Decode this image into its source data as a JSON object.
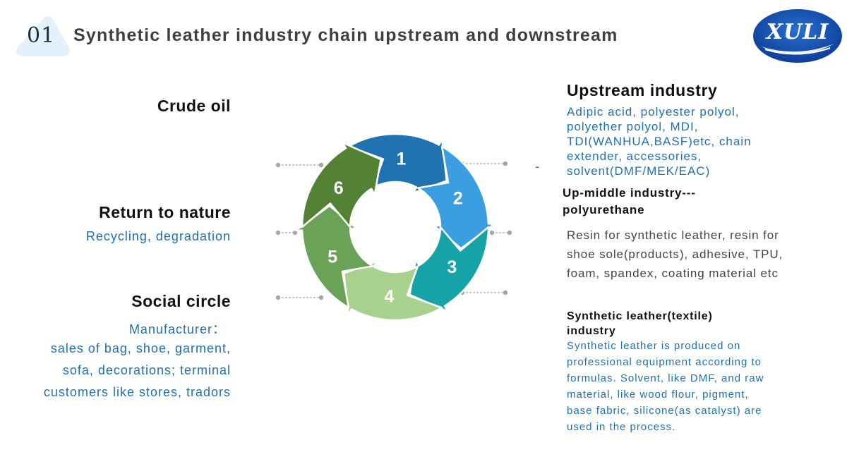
{
  "header": {
    "number": "01",
    "title": "Synthetic leather industry chain upstream and downstream",
    "logo_text": "XULI"
  },
  "cycle": {
    "steps": [
      {
        "label": "1",
        "color": "#2172b0"
      },
      {
        "label": "2",
        "color": "#3a9ee0"
      },
      {
        "label": "3",
        "color": "#16a3a8"
      },
      {
        "label": "4",
        "color": "#a9d18e"
      },
      {
        "label": "5",
        "color": "#6aa357"
      },
      {
        "label": "6",
        "color": "#548235"
      }
    ]
  },
  "left": {
    "crude_oil": {
      "heading": "Crude oil"
    },
    "return_to_nature": {
      "heading": "Return to nature",
      "desc": "Recycling, degradation"
    },
    "social_circle": {
      "heading": "Social circle",
      "lines": [
        "Manufacturer：",
        "sales of bag, shoe, garment,",
        "sofa, decorations; terminal",
        "customers like stores, tradors"
      ]
    }
  },
  "right": {
    "upstream": {
      "heading": "Upstream industry",
      "lines": [
        "Adipic acid, polyester polyol,",
        "polyether polyol, MDI,",
        "TDI(WANHUA,BASF)etc, chain",
        "extender, accessories,",
        "solvent(DMF/MEK/EAC)"
      ]
    },
    "dash": "-",
    "up_middle": {
      "heading_lines": [
        "Up-middle industry---",
        "polyurethane"
      ],
      "lines": [
        "Resin for synthetic leather, resin for",
        "shoe sole(products), adhesive, TPU,",
        "foam, spandex, coating material etc"
      ]
    },
    "synthetic": {
      "heading_lines": [
        "Synthetic leather(textile)",
        "industry"
      ],
      "lines": [
        "Synthetic leather is produced on",
        "professional equipment according to",
        "formulas. Solvent, like DMF, and raw",
        "material, like wood flour, pigment,",
        "base fabric, silicone(as catalyst) are",
        "used in the process."
      ]
    }
  }
}
